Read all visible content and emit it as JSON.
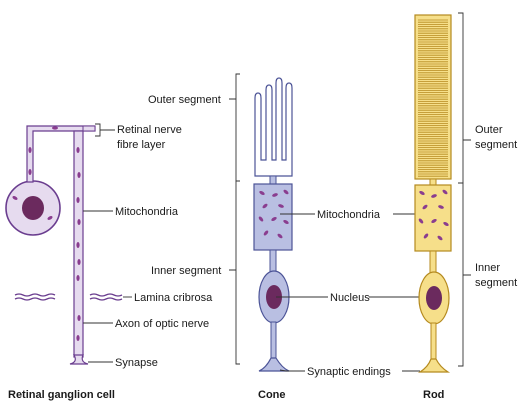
{
  "captions": {
    "ganglion": "Retinal ganglion cell",
    "cone": "Cone",
    "rod": "Rod"
  },
  "labels": {
    "nerve_fibre_1": "Retinal nerve",
    "nerve_fibre_2": "fibre layer",
    "mito_left": "Mitochondria",
    "lamina": "Lamina cribrosa",
    "axon": "Axon of optic nerve",
    "synapse": "Synapse",
    "outer_cone": "Outer segment",
    "inner_cone": "Inner segment",
    "mito_mid": "Mitochondria",
    "nucleus": "Nucleus",
    "synaptic": "Synaptic endings",
    "outer_rod_1": "Outer",
    "outer_rod_2": "segment",
    "inner_rod_1": "Inner",
    "inner_rod_2": "segment"
  },
  "colors": {
    "ganglion_fill": "#e6dbef",
    "ganglion_stroke": "#6a3d8f",
    "ganglion_nucleus": "#6b2a5e",
    "cone_fill": "#b9bfe2",
    "cone_stroke": "#4c5497",
    "rod_fill": "#f6df8a",
    "rod_stroke": "#b58a1f",
    "mito_fill": "#8a3d8f",
    "nucleus_fill": "#6b2a5e"
  }
}
